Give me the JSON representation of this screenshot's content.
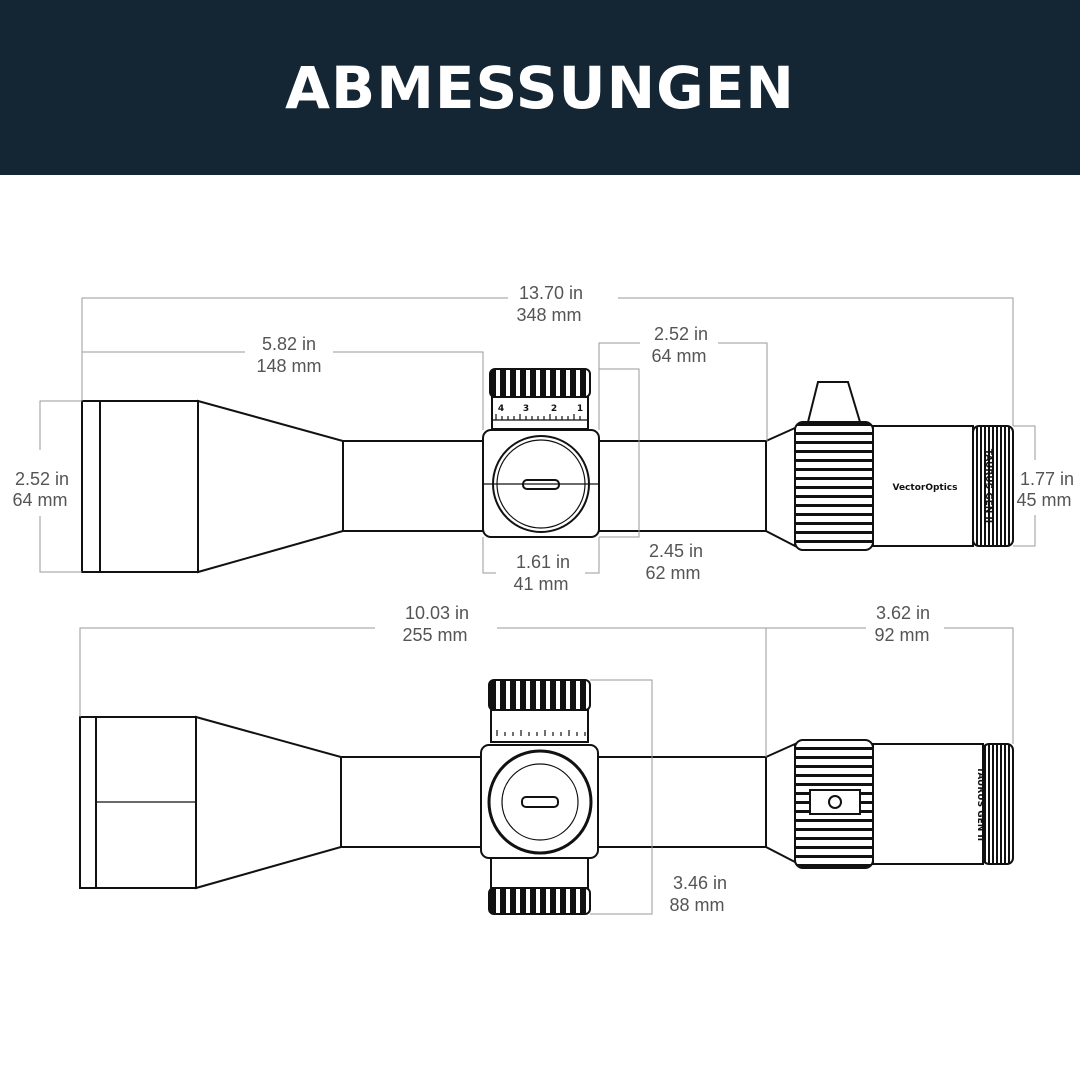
{
  "title": "ABMESSUNGEN",
  "brand": "VectorOptics",
  "model_label": "TAURUS GEN II",
  "colors": {
    "header_bg": "#142634",
    "header_text": "#ffffff",
    "dimension": "#555555",
    "outline": "#111111"
  },
  "top_view": {
    "total_length": {
      "in": "13.70 in",
      "mm": "348 mm"
    },
    "objective_length": {
      "in": "5.82 in",
      "mm": "148 mm"
    },
    "tube_after_turret": {
      "in": "2.52 in",
      "mm": "64 mm"
    },
    "objective_diameter": {
      "in": "2.52 in",
      "mm": "64 mm"
    },
    "ocular_diameter": {
      "in": "1.77 in",
      "mm": "45 mm"
    },
    "turret_width": {
      "in": "1.61 in",
      "mm": "41 mm"
    },
    "turret_height": {
      "in": "2.45 in",
      "mm": "62 mm"
    },
    "turret_numbers": [
      "4",
      "3",
      "2",
      "1"
    ]
  },
  "side_view": {
    "front_length": {
      "in": "10.03 in",
      "mm": "255 mm"
    },
    "ocular_length": {
      "in": "3.62 in",
      "mm": "92 mm"
    },
    "turret_span": {
      "in": "3.46 in",
      "mm": "88 mm"
    }
  }
}
